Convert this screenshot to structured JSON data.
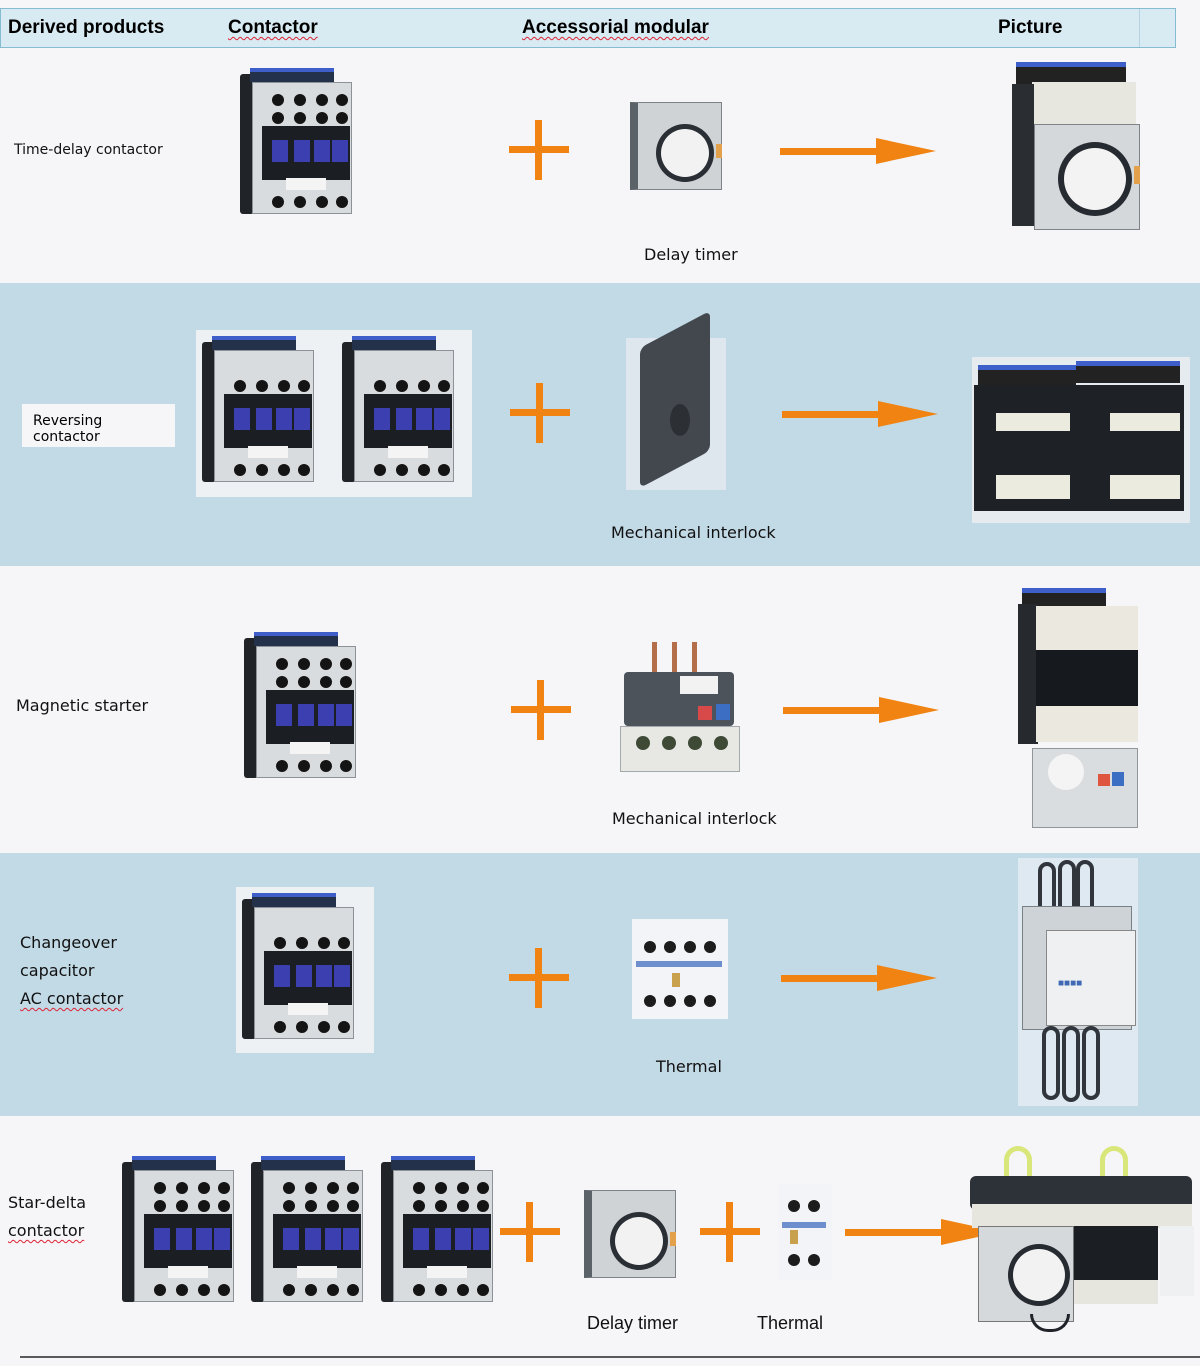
{
  "header": {
    "columns": [
      {
        "label": "Derived products"
      },
      {
        "label": "Contactor"
      },
      {
        "label": "Accessorial modular"
      },
      {
        "label": "Picture"
      }
    ]
  },
  "colors": {
    "accent": "#f08311",
    "header_bg": "#d8ebf3",
    "header_border": "#86bcd2",
    "band_blue": "#c2d9e6",
    "band_light": "#f6f6f8"
  },
  "rows": [
    {
      "product": "Time-delay contactor",
      "contactor_count": 1,
      "accessories": [
        {
          "icon": "delay-timer-module",
          "caption": "Delay timer"
        }
      ],
      "result_icon": "time-delay-contactor-assembly"
    },
    {
      "product": "Reversing contactor",
      "contactor_count": 2,
      "accessories": [
        {
          "icon": "mechanical-interlock-module",
          "caption": "Mechanical interlock"
        }
      ],
      "result_icon": "reversing-contactor-assembly"
    },
    {
      "product": "Magnetic starter",
      "contactor_count": 1,
      "accessories": [
        {
          "icon": "thermal-relay-module",
          "caption": "Mechanical interlock"
        }
      ],
      "result_icon": "magnetic-starter-assembly"
    },
    {
      "product_lines": [
        "Changeover",
        "capacitor",
        "AC contactor"
      ],
      "contactor_count": 1,
      "accessories": [
        {
          "icon": "auxiliary-contact-block",
          "caption": "Thermal"
        }
      ],
      "result_icon": "capacitor-contactor-assembly"
    },
    {
      "product_lines": [
        "Star-delta",
        "contactor"
      ],
      "contactor_count": 3,
      "accessories": [
        {
          "icon": "delay-timer-module",
          "caption": "Delay timer"
        },
        {
          "icon": "auxiliary-contact-block",
          "caption": "Thermal"
        }
      ],
      "result_icon": "star-delta-starter-assembly"
    }
  ],
  "symbols": {
    "plus": "plus-icon",
    "arrow": "arrow-right-icon"
  }
}
